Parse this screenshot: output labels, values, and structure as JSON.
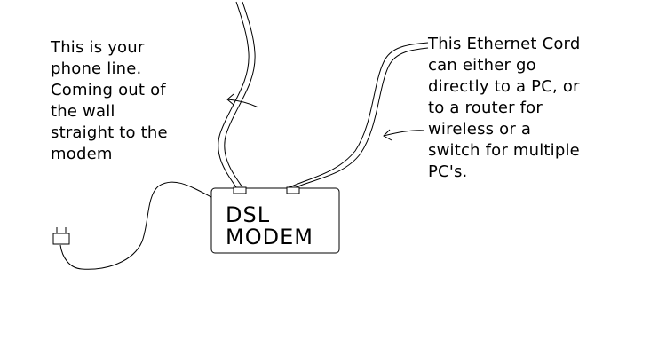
{
  "phone_annotation": {
    "lines": [
      "This is your",
      "phone line.",
      "Coming out of",
      "the wall",
      "straight to the",
      "modem"
    ]
  },
  "ethernet_annotation": {
    "lines": [
      "This Ethernet Cord",
      "can either go",
      "directly to a PC, or",
      "to a router for",
      "wireless or a",
      "switch for multiple",
      "PC's."
    ]
  },
  "modem": {
    "label_line1": "DSL",
    "label_line2": "MODEM"
  },
  "colors": {
    "ink": "#000000",
    "background": "#ffffff"
  }
}
